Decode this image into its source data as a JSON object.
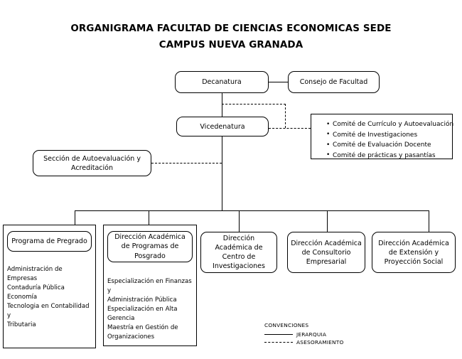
{
  "title": {
    "line1": "ORGANIGRAMA FACULTAD DE CIENCIAS ECONOMICAS SEDE",
    "line2": "CAMPUS NUEVA GRANADA"
  },
  "nodes": {
    "decanatura": "Decanatura",
    "consejo": "Consejo de Facultad",
    "vicedenatura": "Vicedenatura",
    "seccion": "Sección de Autoevaluación y Acreditación"
  },
  "committees": {
    "items": [
      "Comité de Currículo y Autoevaluación",
      "Comité de Investigaciones",
      "Comité de Evaluación Docente",
      "Comité de prácticas y pasantías"
    ]
  },
  "units": [
    {
      "id": "pregrado",
      "title": "Programa de Pregrado",
      "programs": "Administración de Empresas\nContaduría Pública\nEconomía\nTecnologia en Contabilidad y\nTributaria"
    },
    {
      "id": "posgrado",
      "title": "Dirección Académica de Programas de Posgrado",
      "programs": "Especialización en Finanzas y\nAdministración Pública\nEspecialización en Alta\nGerencia\nMaestría en Gestión de\nOrganizaciones"
    },
    {
      "id": "investigaciones",
      "title": "Dirección Académica de Centro de Investigaciones",
      "programs": ""
    },
    {
      "id": "consultorio",
      "title": "Dirección Académica de Consultorio Empresarial",
      "programs": ""
    },
    {
      "id": "extension",
      "title": "Dirección Académica de Extensión y Proyección Social",
      "programs": ""
    }
  ],
  "legend": {
    "title": "CONVENCIONES",
    "solid_label": "JERARQUIA",
    "dashed_label": "ASESORAMIENTO"
  },
  "colors": {
    "line": "#000000",
    "background": "#ffffff",
    "text": "#000000"
  }
}
